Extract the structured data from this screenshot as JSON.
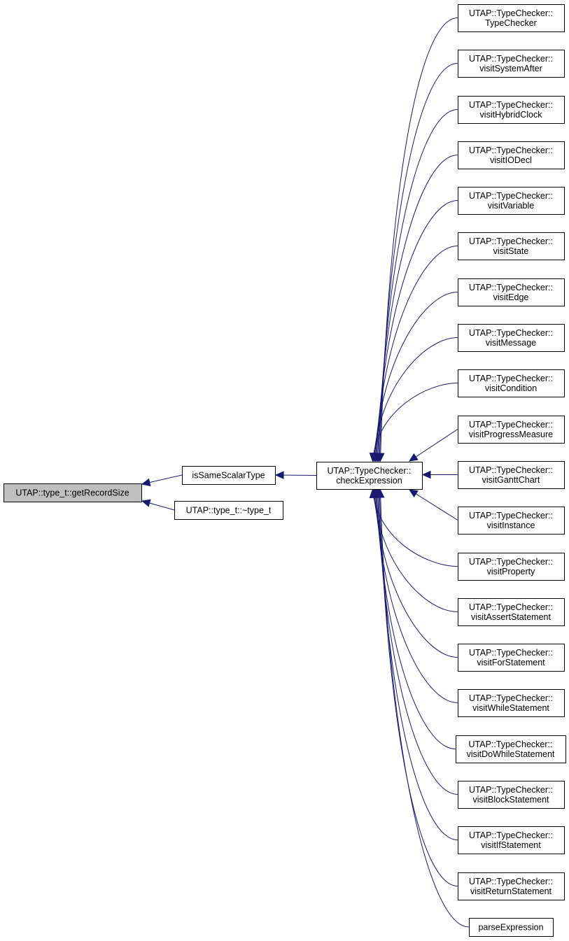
{
  "nodes": {
    "getRecordSize": {
      "lines": [
        "UTAP::type_t::getRecordSize"
      ],
      "focus": true
    },
    "isSameScalarType": {
      "lines": [
        "isSameScalarType"
      ]
    },
    "dtor": {
      "lines": [
        "UTAP::type_t::~type_t"
      ]
    },
    "checkExpression": {
      "lines": [
        "UTAP::TypeChecker::",
        "checkExpression"
      ]
    },
    "callers": [
      {
        "id": "TypeChecker",
        "lines": [
          "UTAP::TypeChecker::",
          "TypeChecker"
        ]
      },
      {
        "id": "visitSystemAfter",
        "lines": [
          "UTAP::TypeChecker::",
          "visitSystemAfter"
        ]
      },
      {
        "id": "visitHybridClock",
        "lines": [
          "UTAP::TypeChecker::",
          "visitHybridClock"
        ]
      },
      {
        "id": "visitIODecl",
        "lines": [
          "UTAP::TypeChecker::",
          "visitIODecl"
        ]
      },
      {
        "id": "visitVariable",
        "lines": [
          "UTAP::TypeChecker::",
          "visitVariable"
        ]
      },
      {
        "id": "visitState",
        "lines": [
          "UTAP::TypeChecker::",
          "visitState"
        ]
      },
      {
        "id": "visitEdge",
        "lines": [
          "UTAP::TypeChecker::",
          "visitEdge"
        ]
      },
      {
        "id": "visitMessage",
        "lines": [
          "UTAP::TypeChecker::",
          "visitMessage"
        ]
      },
      {
        "id": "visitCondition",
        "lines": [
          "UTAP::TypeChecker::",
          "visitCondition"
        ]
      },
      {
        "id": "visitProgressMeasure",
        "lines": [
          "UTAP::TypeChecker::",
          "visitProgressMeasure"
        ]
      },
      {
        "id": "visitGanttChart",
        "lines": [
          "UTAP::TypeChecker::",
          "visitGanttChart"
        ]
      },
      {
        "id": "visitInstance",
        "lines": [
          "UTAP::TypeChecker::",
          "visitInstance"
        ]
      },
      {
        "id": "visitProperty",
        "lines": [
          "UTAP::TypeChecker::",
          "visitProperty"
        ]
      },
      {
        "id": "visitAssertStatement",
        "lines": [
          "UTAP::TypeChecker::",
          "visitAssertStatement"
        ]
      },
      {
        "id": "visitForStatement",
        "lines": [
          "UTAP::TypeChecker::",
          "visitForStatement"
        ]
      },
      {
        "id": "visitWhileStatement",
        "lines": [
          "UTAP::TypeChecker::",
          "visitWhileStatement"
        ]
      },
      {
        "id": "visitDoWhileStatement",
        "lines": [
          "UTAP::TypeChecker::",
          "visitDoWhileStatement"
        ]
      },
      {
        "id": "visitBlockStatement",
        "lines": [
          "UTAP::TypeChecker::",
          "visitBlockStatement"
        ]
      },
      {
        "id": "visitIfStatement",
        "lines": [
          "UTAP::TypeChecker::",
          "visitIfStatement"
        ]
      },
      {
        "id": "visitReturnStatement",
        "lines": [
          "UTAP::TypeChecker::",
          "visitReturnStatement"
        ]
      },
      {
        "id": "parseExpression",
        "lines": [
          "parseExpression"
        ]
      }
    ]
  },
  "edges": [
    {
      "from": "isSameScalarType",
      "to": "getRecordSize"
    },
    {
      "from": "dtor",
      "to": "getRecordSize"
    },
    {
      "from": "checkExpression",
      "to": "isSameScalarType"
    },
    {
      "from": "TypeChecker",
      "to": "checkExpression"
    },
    {
      "from": "visitSystemAfter",
      "to": "checkExpression"
    },
    {
      "from": "visitHybridClock",
      "to": "checkExpression"
    },
    {
      "from": "visitIODecl",
      "to": "checkExpression"
    },
    {
      "from": "visitVariable",
      "to": "checkExpression"
    },
    {
      "from": "visitState",
      "to": "checkExpression"
    },
    {
      "from": "visitEdge",
      "to": "checkExpression"
    },
    {
      "from": "visitMessage",
      "to": "checkExpression"
    },
    {
      "from": "visitCondition",
      "to": "checkExpression"
    },
    {
      "from": "visitProgressMeasure",
      "to": "checkExpression"
    },
    {
      "from": "visitGanttChart",
      "to": "checkExpression"
    },
    {
      "from": "visitInstance",
      "to": "checkExpression"
    },
    {
      "from": "visitProperty",
      "to": "checkExpression"
    },
    {
      "from": "visitAssertStatement",
      "to": "checkExpression"
    },
    {
      "from": "visitForStatement",
      "to": "checkExpression"
    },
    {
      "from": "visitWhileStatement",
      "to": "checkExpression"
    },
    {
      "from": "visitDoWhileStatement",
      "to": "checkExpression"
    },
    {
      "from": "visitBlockStatement",
      "to": "checkExpression"
    },
    {
      "from": "visitIfStatement",
      "to": "checkExpression"
    },
    {
      "from": "visitReturnStatement",
      "to": "checkExpression"
    },
    {
      "from": "parseExpression",
      "to": "checkExpression"
    }
  ],
  "colors": {
    "edge": "#191970",
    "node_border": "#000000",
    "node_fill": "#ffffff",
    "focus_fill": "#bfbfbf"
  }
}
